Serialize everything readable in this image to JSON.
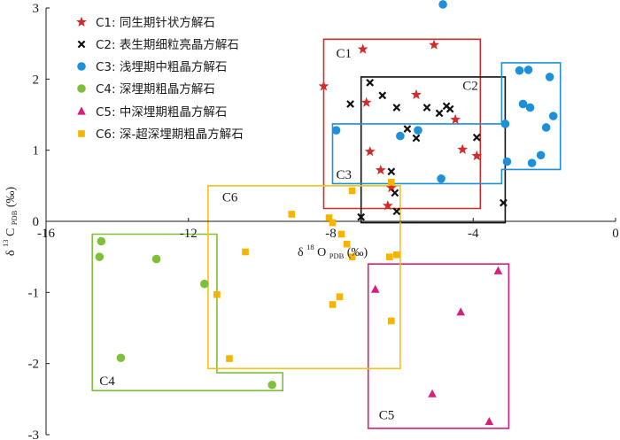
{
  "chart_data": {
    "type": "scatter",
    "xlabel": {
      "main": "δ",
      "sup": "18",
      "mid": "O",
      "sub": "PDB",
      "tail": "(‰)"
    },
    "ylabel": {
      "main": "δ",
      "sup": "13",
      "mid": "C",
      "sub": "PDB",
      "tail": "(‰)"
    },
    "xlim": [
      -16,
      0
    ],
    "ylim": [
      -3,
      3
    ],
    "x_ticks": [
      -16,
      -12,
      -8,
      -4,
      0
    ],
    "x_tick_labels": [
      "-16",
      "-12",
      "-8",
      "-4",
      "0"
    ],
    "y_ticks": [
      -3,
      -2,
      -1,
      0,
      1,
      2,
      3
    ],
    "y_tick_labels": [
      "-3",
      "-2",
      "-1",
      "0",
      "1",
      "2",
      "3"
    ],
    "legend_position": "top-left",
    "series": [
      {
        "name": "C1: 同生期针状方解石",
        "marker": "star",
        "color": "#d42a2a",
        "x": [
          -8.2,
          -7.1,
          -5.1,
          -5.6,
          -7.0,
          -6.9,
          -4.5,
          -4.3,
          -3.9,
          -6.6,
          -6.3,
          -6.4
        ],
        "y": [
          1.9,
          2.42,
          2.48,
          1.78,
          1.67,
          0.98,
          1.43,
          1.01,
          0.92,
          0.72,
          0.47,
          0.22
        ]
      },
      {
        "name": "C2: 表生期细粒亮晶方解石",
        "marker": "x",
        "color": "#111111",
        "x": [
          -7.45,
          -6.9,
          -6.55,
          -6.15,
          -5.3,
          -4.95,
          -4.75,
          -4.65,
          -5.6,
          -3.9,
          -6.3,
          -6.2,
          -6.15,
          -7.15,
          -3.15,
          -5.85
        ],
        "y": [
          1.65,
          1.95,
          1.77,
          1.6,
          1.6,
          1.52,
          1.62,
          1.58,
          1.17,
          1.18,
          0.7,
          0.4,
          0.14,
          0.06,
          0.26,
          1.3
        ]
      },
      {
        "name": "C3: 浅埋期中粗晶方解石",
        "marker": "circle",
        "color": "#1e90d8",
        "x": [
          -4.85,
          -2.7,
          -2.45,
          -1.85,
          -2.6,
          -2.4,
          -1.75,
          -1.95,
          -5.55,
          -6.05,
          -7.85,
          -3.1,
          -2.1,
          -2.35,
          -3.05,
          -4.9
        ],
        "y": [
          3.05,
          2.12,
          2.13,
          2.03,
          1.65,
          1.6,
          1.48,
          1.32,
          1.28,
          1.2,
          1.28,
          1.37,
          0.93,
          0.82,
          0.84,
          0.6
        ]
      },
      {
        "name": "C4: 深埋期粗晶方解石",
        "marker": "circle",
        "color": "#7ec03a",
        "x": [
          -14.45,
          -14.5,
          -12.9,
          -11.55,
          -13.9,
          -9.65
        ],
        "y": [
          -0.28,
          -0.5,
          -0.53,
          -0.88,
          -1.92,
          -2.3
        ]
      },
      {
        "name": "C5: 中深埋期粗晶方解石",
        "marker": "triangle",
        "color": "#d4207a",
        "x": [
          -3.3,
          -6.75,
          -4.35,
          -5.15,
          -3.55
        ],
        "y": [
          -0.7,
          -0.96,
          -1.28,
          -2.43,
          -2.82
        ]
      },
      {
        "name": "C6: 深-超深埋期粗晶方解石",
        "marker": "square",
        "color": "#f4b400",
        "x": [
          -9.1,
          -7.4,
          -8.05,
          -7.95,
          -7.7,
          -7.55,
          -7.4,
          -6.35,
          -6.15,
          -10.4,
          -11.2,
          -7.75,
          -7.95,
          -6.3,
          -10.85,
          -6.3
        ],
        "y": [
          0.1,
          0.43,
          0.05,
          -0.02,
          -0.18,
          -0.32,
          -0.5,
          -0.5,
          -0.47,
          -0.43,
          -1.03,
          -1.06,
          -1.17,
          -1.4,
          -1.93,
          0.55
        ]
      }
    ],
    "regions": [
      {
        "label": "C1",
        "color": "#d42a2a",
        "points": [
          [
            -8.2,
            2.56
          ],
          [
            -3.8,
            2.56
          ],
          [
            -3.8,
            0.18
          ],
          [
            -8.2,
            0.18
          ]
        ]
      },
      {
        "label": "C2",
        "color": "#111111",
        "points": [
          [
            -7.15,
            2.03
          ],
          [
            -3.1,
            2.03
          ],
          [
            -3.1,
            -0.02
          ],
          [
            -7.15,
            -0.02
          ]
        ]
      },
      {
        "label": "C3",
        "color": "#1e90d8",
        "points": [
          [
            -7.95,
            1.37
          ],
          [
            -3.2,
            1.37
          ],
          [
            -3.2,
            2.23
          ],
          [
            -1.55,
            2.23
          ],
          [
            -1.55,
            0.73
          ],
          [
            -3.2,
            0.73
          ],
          [
            -3.2,
            0.53
          ],
          [
            -7.95,
            0.53
          ]
        ]
      },
      {
        "label": "C4",
        "color": "#7ec03a",
        "points": [
          [
            -14.7,
            -0.18
          ],
          [
            -11.2,
            -0.18
          ],
          [
            -11.2,
            -2.13
          ],
          [
            -9.35,
            -2.13
          ],
          [
            -9.35,
            -2.38
          ],
          [
            -14.7,
            -2.38
          ]
        ]
      },
      {
        "label": "C5",
        "color": "#d4207a",
        "points": [
          [
            -6.95,
            -0.6
          ],
          [
            -3.0,
            -0.6
          ],
          [
            -3.0,
            -2.91
          ],
          [
            -6.95,
            -2.91
          ]
        ]
      },
      {
        "label": "C6",
        "color": "#f4c21a",
        "points": [
          [
            -11.45,
            0.5
          ],
          [
            -6.05,
            0.5
          ],
          [
            -6.05,
            -2.07
          ],
          [
            -11.45,
            -2.07
          ]
        ]
      }
    ],
    "region_label_values": {
      "C1": [
        -7.85,
        2.3
      ],
      "C2": [
        -4.3,
        1.85
      ],
      "C3": [
        -7.85,
        0.6
      ],
      "C4": [
        -14.5,
        -2.3
      ],
      "C5": [
        -6.65,
        -2.78
      ],
      "C6": [
        -11.05,
        0.28
      ]
    }
  }
}
